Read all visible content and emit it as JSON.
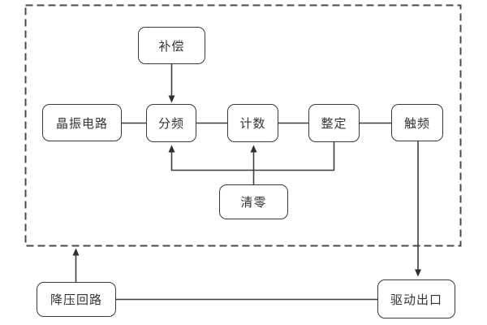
{
  "diagram": {
    "type": "block-diagram",
    "nodes": {
      "compensation": {
        "label": "补偿"
      },
      "crystal_oscillator": {
        "label": "晶振电路"
      },
      "frequency_divider": {
        "label": "分频"
      },
      "counter": {
        "label": "计数"
      },
      "setting": {
        "label": "整定"
      },
      "trigger_frequency": {
        "label": "触频"
      },
      "clear": {
        "label": "清零"
      },
      "step_down_circuit": {
        "label": "降压回路"
      },
      "drive_output": {
        "label": "驱动出口"
      }
    },
    "edges": [
      {
        "from": "compensation",
        "to": "frequency_divider",
        "arrow": true
      },
      {
        "from": "crystal_oscillator",
        "to": "frequency_divider",
        "arrow": false
      },
      {
        "from": "frequency_divider",
        "to": "counter",
        "arrow": false
      },
      {
        "from": "counter",
        "to": "setting",
        "arrow": false
      },
      {
        "from": "setting",
        "to": "trigger_frequency",
        "arrow": false
      },
      {
        "from": "setting",
        "to": "frequency_divider",
        "arrow": true
      },
      {
        "from": "clear",
        "to": "counter",
        "arrow": true
      },
      {
        "from": "trigger_frequency",
        "to": "drive_output",
        "arrow": true
      },
      {
        "from": "step_down_circuit",
        "to": "system_boundary",
        "arrow": true
      },
      {
        "from": "step_down_circuit",
        "to": "drive_output",
        "arrow": false
      }
    ],
    "colors": {
      "line": "#3f3f3f",
      "box_border": "#3a3a3a",
      "box_fill": "#ffffff",
      "text": "#333333",
      "boundary_dash": "#4a4a4a",
      "background": "#ffffff"
    }
  }
}
